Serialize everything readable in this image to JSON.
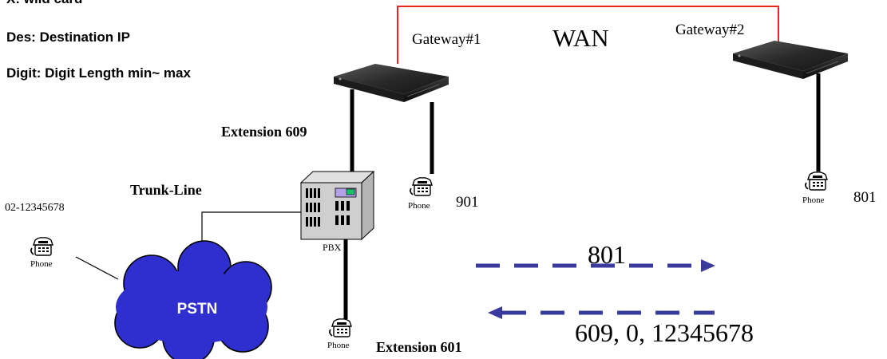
{
  "legend": {
    "wild_card": "X: wild card",
    "destination": "Des: Destination IP",
    "digit": "Digit: Digit Length min~ max"
  },
  "wan": {
    "label": "WAN",
    "gateway1": "Gateway#1",
    "gateway2": "Gateway#2",
    "link_color": "#e8281e"
  },
  "pbx": {
    "label": "PBX",
    "extension_609": "Extension 609",
    "extension_601": "Extension 601",
    "trunk_label": "Trunk-Line"
  },
  "pstn": {
    "label": "PSTN",
    "number": "02-12345678",
    "fill_color": "#2f2fd0"
  },
  "phones": {
    "label": "Phone",
    "number_901": "901",
    "number_801": "801"
  },
  "flows": {
    "arrow_color": "#3a3a9c",
    "outbound": "801",
    "inbound": "609, 0, 12345678"
  }
}
